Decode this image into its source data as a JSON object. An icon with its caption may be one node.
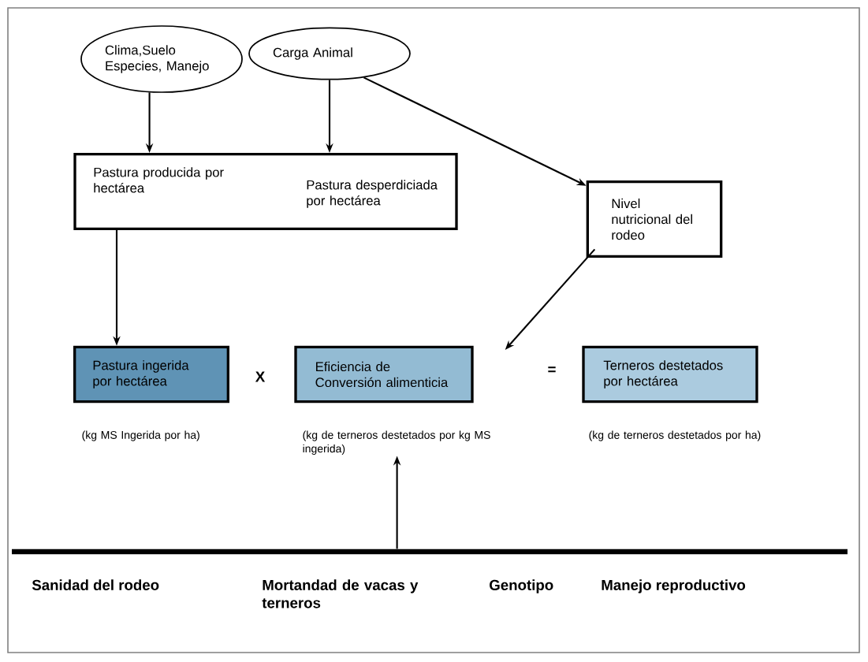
{
  "diagram": {
    "nodes": [
      {
        "text": [
          "Clima,Suelo Especies, Manejo"
        ]
      },
      {
        "text": [
          "Carga Animal"
        ]
      },
      {
        "text": [
          "Pastura producida por hectárea",
          "Pastura desperdiciada por hectárea"
        ]
      },
      {
        "text": [
          "Nivel nutricional del rodeo"
        ]
      },
      {
        "text": [
          "Pastura ingerida por hectárea"
        ],
        "beside": [
          "(kg MS Ingerida por ha)"
        ]
      },
      {
        "text": [
          "Eficiencia de Conversión alimenticia"
        ],
        "beside": [
          "(kg de terneros destetados por kg MS ingerida)"
        ]
      },
      {
        "text": [
          "Terneros destetados por hectárea"
        ],
        "beside": [
          "(kg de terneros destetados por ha)"
        ]
      },
      {
        "text": [],
        "shape": "bar"
      }
    ],
    "edges": [
      {
        "from": 0,
        "to": 2,
        "arrow": "to"
      },
      {
        "from": 1,
        "to": 2,
        "arrow": "to"
      },
      {
        "from": 1,
        "to": 3,
        "arrow": "to"
      },
      {
        "from": 2,
        "to": 4,
        "arrow": "to"
      },
      {
        "from": 3,
        "to": 5,
        "arrow": "to"
      },
      {
        "from": 7,
        "to": 5,
        "arrow": "to"
      }
    ],
    "labels": [
      "X",
      "=",
      "Sanidad del rodeo",
      "Mortandad de vacas y terneros",
      "Genotipo",
      "Manejo reproductivo"
    ]
  }
}
